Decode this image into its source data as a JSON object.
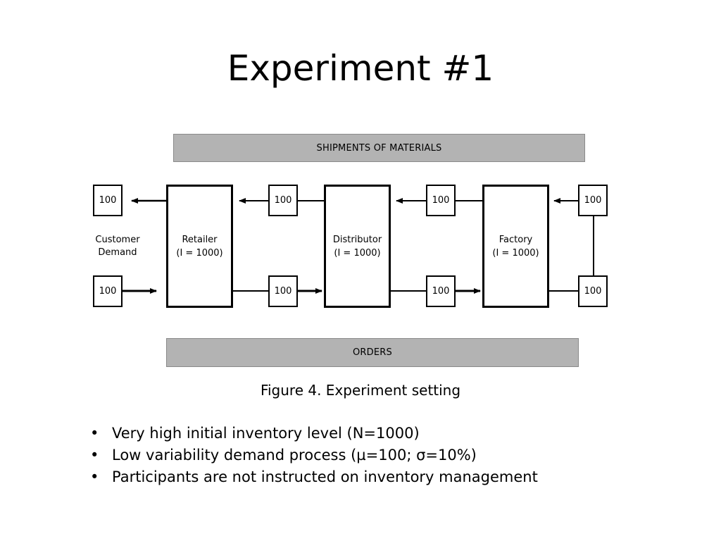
{
  "slide": {
    "title": "Experiment #1"
  },
  "diagram": {
    "shipments_label": "SHIPMENTS OF MATERIALS",
    "orders_label": "ORDERS",
    "customer_label_line1": "Customer",
    "customer_label_line2": "Demand",
    "nodes": [
      {
        "name": "Retailer",
        "inventory": "(I = 1000)"
      },
      {
        "name": "Distributor",
        "inventory": "(I = 1000)"
      },
      {
        "name": "Factory",
        "inventory": "(I = 1000)"
      }
    ],
    "shipments": [
      "100",
      "100",
      "100",
      "100"
    ],
    "orders": [
      "100",
      "100",
      "100",
      "100"
    ]
  },
  "caption": "Figure 4. Experiment setting",
  "bullets": {
    "marker": "•",
    "items": [
      "Very high initial inventory level (N=1000)",
      "Low variability demand process (µ=100; σ=10%)",
      "Participants are not instructed on inventory management"
    ]
  }
}
